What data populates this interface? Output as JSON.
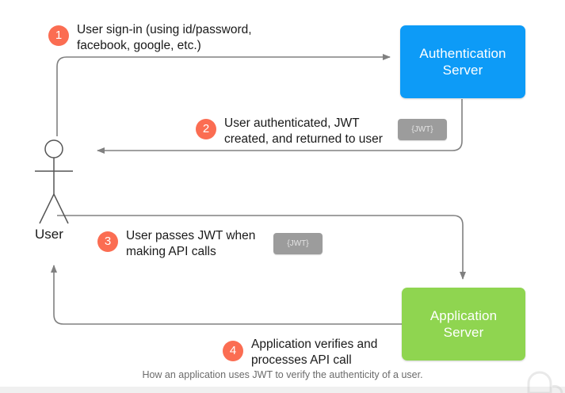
{
  "diagram": {
    "caption": "How an application uses JWT to verify the authenticity of a user.",
    "actor": {
      "label": "User",
      "icon": "stick-figure-person-icon"
    },
    "nodes": [
      {
        "id": "auth-server",
        "label": "Authentication\nServer",
        "color": "#0d9bf7"
      },
      {
        "id": "app-server",
        "label": "Application\nServer",
        "color": "#8fd550"
      }
    ],
    "steps": [
      {
        "number": "1",
        "text": "User sign-in (using id/password,\nfacebook, google, etc.)",
        "badge_color": "#fb6d52",
        "token": null
      },
      {
        "number": "2",
        "text": "User authenticated, JWT\ncreated, and returned to user",
        "badge_color": "#fb6d52",
        "token": "{JWT}"
      },
      {
        "number": "3",
        "text": "User passes JWT when\nmaking API calls",
        "badge_color": "#fb6d52",
        "token": "{JWT}"
      },
      {
        "number": "4",
        "text": "Application verifies and\nprocesses API call",
        "badge_color": "#fb6d52",
        "token": null
      }
    ],
    "arrow_color": "#808080"
  }
}
